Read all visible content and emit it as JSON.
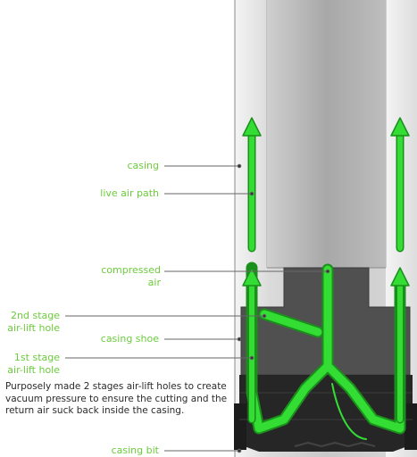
{
  "labels": {
    "casing": "casing",
    "live_air_path": "live air path",
    "compressed_air_1": "compressed",
    "compressed_air_2": "air",
    "second_stage_1": "2nd stage",
    "second_stage_2": "air-lift hole",
    "casing_shoe": "casing shoe",
    "first_stage_1": "1st stage",
    "first_stage_2": "air-lift hole",
    "casing_bit": "casing bit"
  },
  "description": "Purposely made 2 stages air-lift holes to create vacuum pressure to ensure the cutting and the return air suck back inside the casing.",
  "colors": {
    "label_green": "#6ccb3c",
    "air_green": "#33dd33",
    "air_outline": "#1b8f1b",
    "casing_grey": "#cfcfcf",
    "inner_pipe": "#b5b5b5",
    "shoe_dark": "#505050",
    "bit_dark": "#262626",
    "leader_line": "#666666",
    "description_text": "#2a2a2a"
  }
}
